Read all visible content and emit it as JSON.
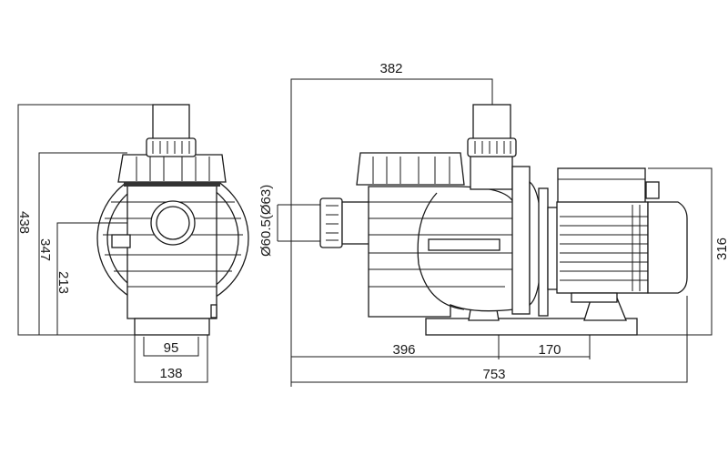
{
  "title": "Pump dimension drawing",
  "front_view": {
    "dims": {
      "height_total": "438",
      "height_lid": "347",
      "height_inlet": "213",
      "base_inner": "95",
      "base_width": "138"
    }
  },
  "side_view": {
    "dims": {
      "outlet_offset": "382",
      "pipe_diameter": "Ø60.5(Ø63)",
      "motor_height": "316",
      "foot_offset": "396",
      "foot_spacing": "170",
      "length_total": "753"
    }
  }
}
